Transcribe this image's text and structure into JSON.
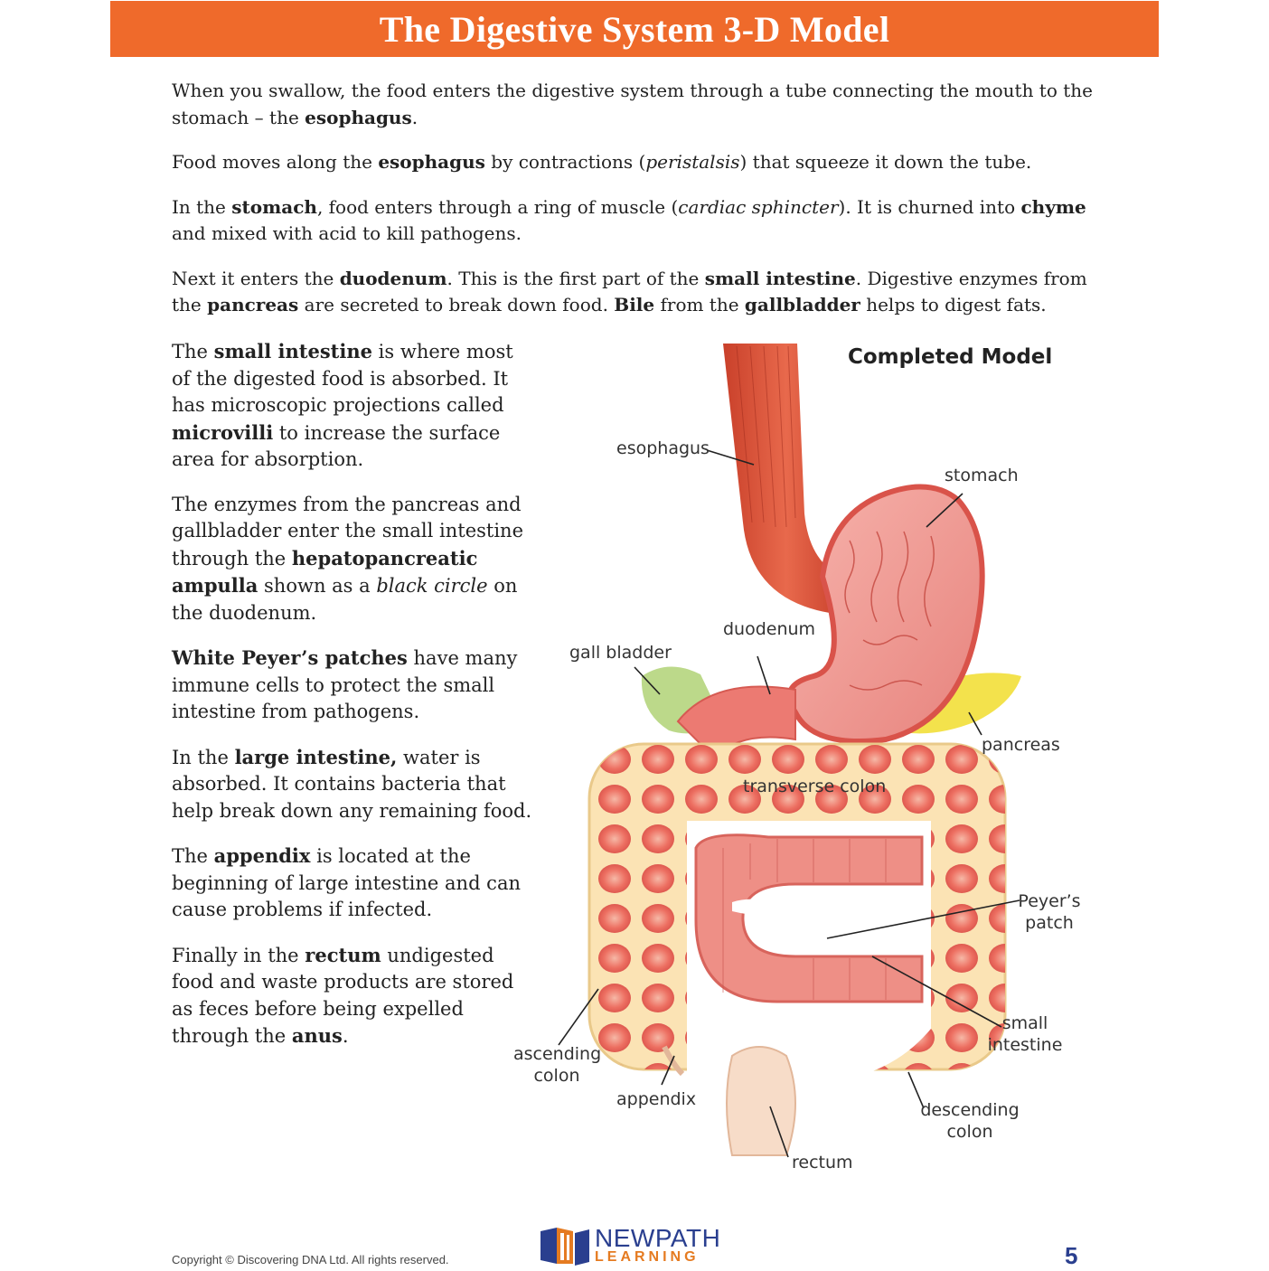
{
  "header": {
    "title": "The Digestive System 3-D Model"
  },
  "intro": {
    "p1": {
      "a": "When you swallow, the food enters the digestive system through a tube connecting the mouth to the stomach – the ",
      "b": "esophagus",
      "c": "."
    },
    "p2": {
      "a": "Food moves along the ",
      "b": "esophagus",
      "c": " by contractions (",
      "d": "peristalsis",
      "e": ") that squeeze it down the tube."
    },
    "p3": {
      "a": "In the ",
      "b": "stomach",
      "c": ", food enters through a ring of muscle (",
      "d": "cardiac sphincter",
      "e": "). It is churned into ",
      "f": "chyme",
      "g": " and mixed with acid to kill pathogens."
    },
    "p4": {
      "a": "Next it enters the ",
      "b": "duodenum",
      "c": ". This is the first part of the ",
      "d": "small intestine",
      "e": ". Digestive enzymes from the ",
      "f": "pancreas",
      "g": " are secreted to break down food. ",
      "h": "Bile",
      "i": " from the ",
      "j": "gallbladder",
      "k": " helps to digest fats."
    }
  },
  "left": {
    "p1": {
      "a": "The ",
      "b": "small intestine",
      "c": " is where most of the digested food is absorbed. It has microscopic projections called ",
      "d": "microvilli",
      "e": " to increase the surface area for absorption."
    },
    "p2": {
      "a": "The enzymes from the pancreas and gallbladder enter the small intestine through the ",
      "b": "hepatopancreatic ampulla",
      "c": " shown as a ",
      "d": "black circle",
      "e": " on the duodenum."
    },
    "p3": {
      "a": "White Peyer’s patches",
      "b": " have many immune cells to protect the small intestine from pathogens."
    },
    "p4": {
      "a": "In the ",
      "b": "large intestine,",
      "c": " water is absorbed. It contains bacteria that help break down any remaining food."
    },
    "p5": {
      "a": "The ",
      "b": "appendix",
      "c": " is located at the beginning of large intestine and can cause problems if infected."
    },
    "p6": {
      "a": "Finally in the ",
      "b": "rectum",
      "c": " undigested food and waste products are stored as feces before being expelled through the ",
      "d": "anus",
      "e": "."
    }
  },
  "model": {
    "title": "Completed Model",
    "labels": {
      "esophagus": "esophagus",
      "stomach": "stomach",
      "duodenum": "duodenum",
      "gall_bladder": "gall bladder",
      "pancreas": "pancreas",
      "transverse_colon": "transverse colon",
      "peyers_patch_1": "Peyer’s",
      "peyers_patch_2": "patch",
      "small_intestine_1": "small",
      "small_intestine_2": "intestine",
      "ascending_colon_1": "ascending",
      "ascending_colon_2": "colon",
      "appendix": "appendix",
      "descending_colon_1": "descending",
      "descending_colon_2": "colon",
      "rectum": "rectum"
    }
  },
  "footer": {
    "copyright": "Copyright © Discovering DNA Ltd. All rights reserved.",
    "logo_line1": "NEWPATH",
    "logo_line2": "LEARNING",
    "page_number": "5"
  },
  "colors": {
    "banner": "#ef6a2b",
    "brand_blue": "#2a3f8f",
    "brand_orange": "#e57b21"
  }
}
